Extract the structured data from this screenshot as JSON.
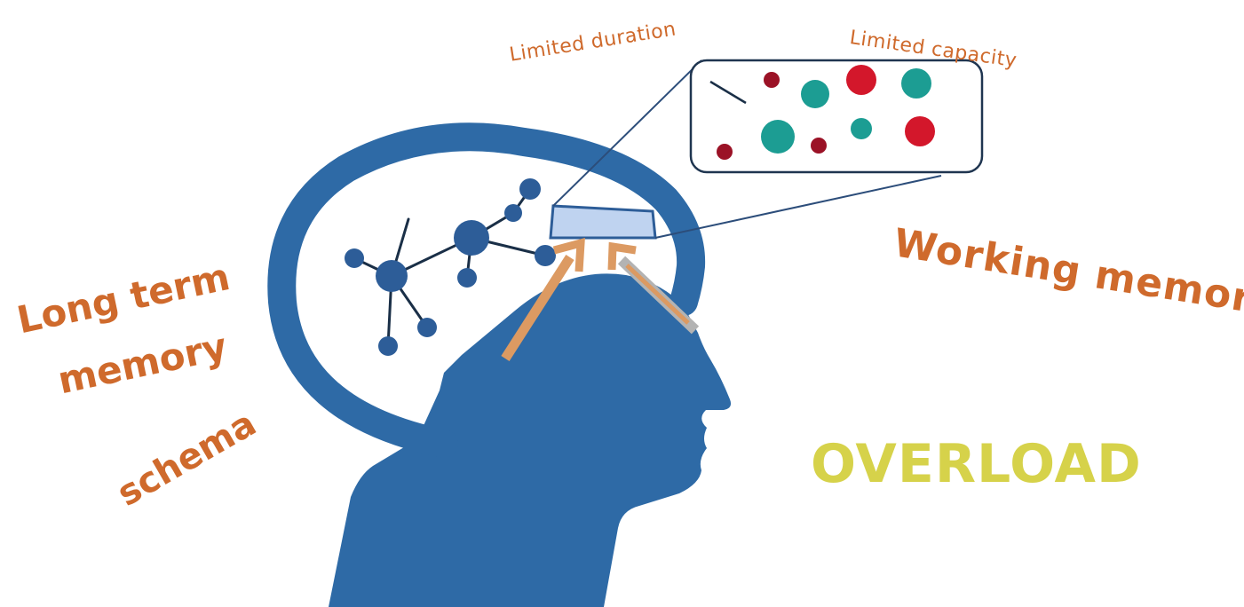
{
  "labels": {
    "limited_duration": "Limited duration",
    "limited_capacity": "Limited capacity",
    "working_memory": "Working memory",
    "long_term_line1": "Long term",
    "long_term_line2": "memory",
    "schema": "schema",
    "overload": "OVERLOAD"
  },
  "colors": {
    "head_blue": "#2e6aa6",
    "node_blue": "#2d5d98",
    "orange_text": "#cf6a2c",
    "overload_yellow": "#d6d24a",
    "arrow_orange": "#dc9a62",
    "arrow_gray": "#b3b3b3",
    "dot_red": "#d3172b",
    "dot_darkred": "#9b1226",
    "dot_teal": "#1c9d93",
    "working_box_fill": "#bfd3f0"
  }
}
